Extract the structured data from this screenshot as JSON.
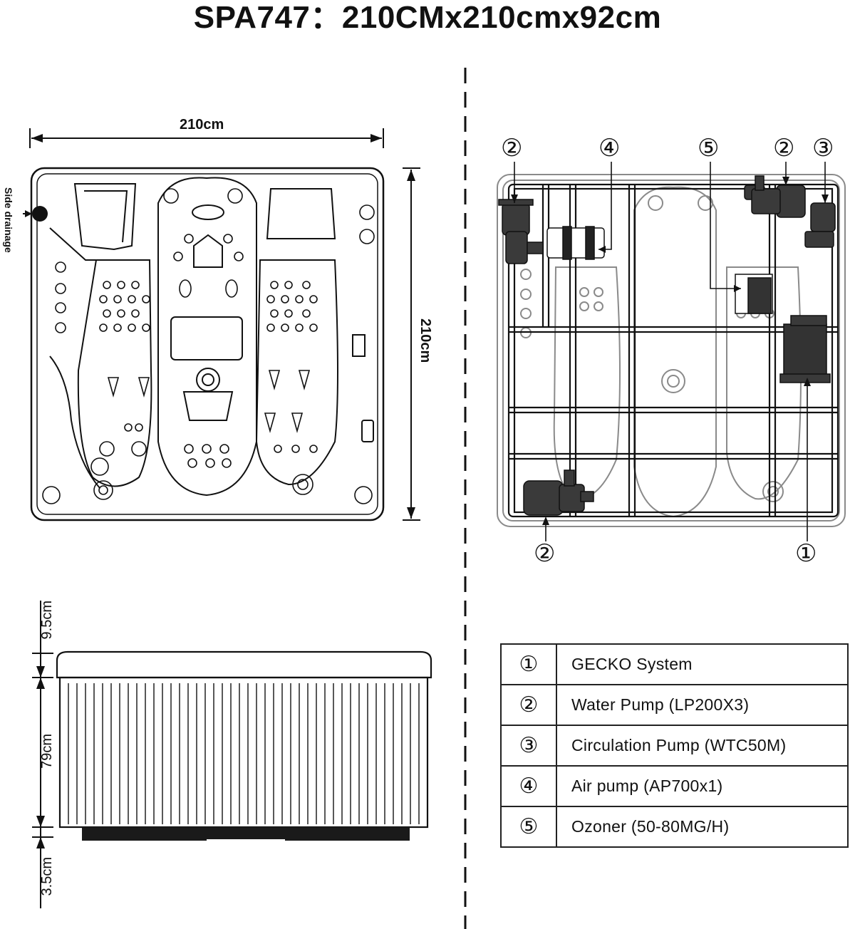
{
  "title": "SPA747：210CMx210cmx92cm",
  "top_view": {
    "width_label": "210cm",
    "depth_label": "210cm",
    "drain_label": "Side drainage"
  },
  "side_view": {
    "dim_top": "9.5cm",
    "dim_middle": "79cm",
    "dim_bottom": "3.5cm"
  },
  "equipment_view": {
    "callouts_top": [
      "②",
      "④",
      "⑤",
      "②",
      "③"
    ],
    "callout_bottom_left": "②",
    "callout_bottom_right": "①"
  },
  "legend": [
    {
      "num": "①",
      "text": "GECKO System"
    },
    {
      "num": "②",
      "text": "Water Pump (LP200X3)"
    },
    {
      "num": "③",
      "text": "Circulation Pump (WTC50M)"
    },
    {
      "num": "④",
      "text": "Air pump (AP700x1)"
    },
    {
      "num": "⑤",
      "text": "Ozoner (50-80MG/H)"
    }
  ],
  "colors": {
    "line": "#111111",
    "gray": "#8a8a8a",
    "equipment": "#3a3a3a"
  }
}
